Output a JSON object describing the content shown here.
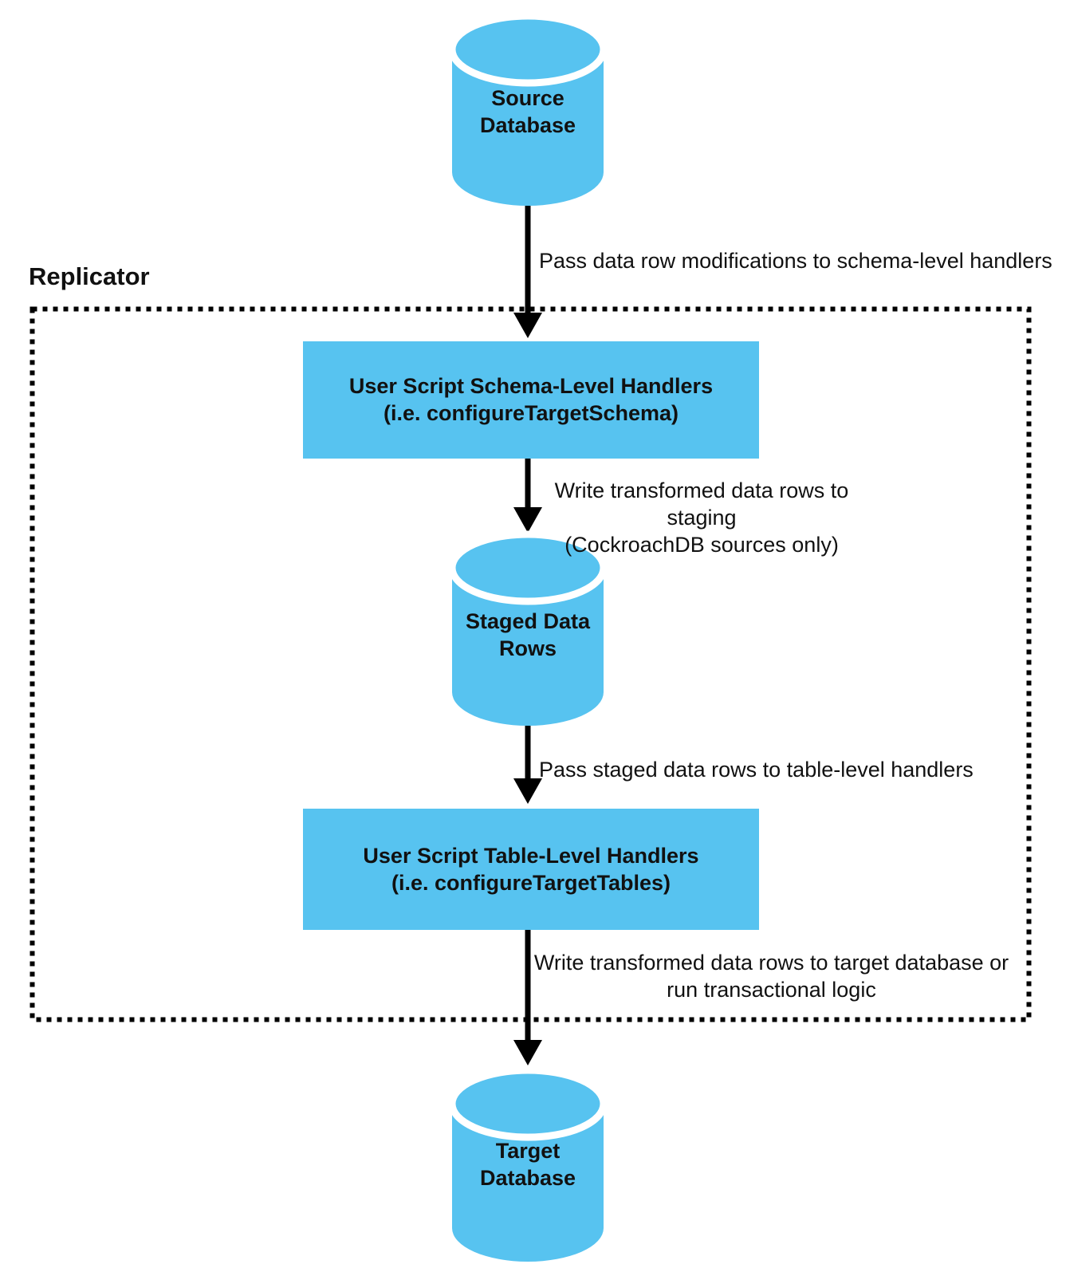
{
  "diagram": {
    "title": "Replicator",
    "colors": {
      "node_fill": "#57C3F0",
      "node_gap": "#ffffff",
      "line": "#000000",
      "text": "#111111",
      "background": "#ffffff"
    },
    "nodes": {
      "source_db": {
        "type": "cylinder",
        "label": "Source\nDatabase"
      },
      "schema_handlers": {
        "type": "rect",
        "label": "User Script Schema-Level Handlers\n(i.e. configureTargetSchema)"
      },
      "staged_rows": {
        "type": "cylinder",
        "label": "Staged Data\nRows"
      },
      "table_handlers": {
        "type": "rect",
        "label": "User Script Table-Level Handlers\n(i.e. configureTargetTables)"
      },
      "target_db": {
        "type": "cylinder",
        "label": "Target\nDatabase"
      }
    },
    "edges": {
      "source_to_schema": {
        "label": "Pass data row modifications to schema-level handlers"
      },
      "schema_to_staged": {
        "label": "Write transformed data rows to staging\n(CockroachDB sources only)"
      },
      "staged_to_table": {
        "label": "Pass staged data rows to table-level handlers"
      },
      "table_to_target": {
        "label": "Write transformed data rows to target database or\nrun transactional logic"
      }
    }
  }
}
